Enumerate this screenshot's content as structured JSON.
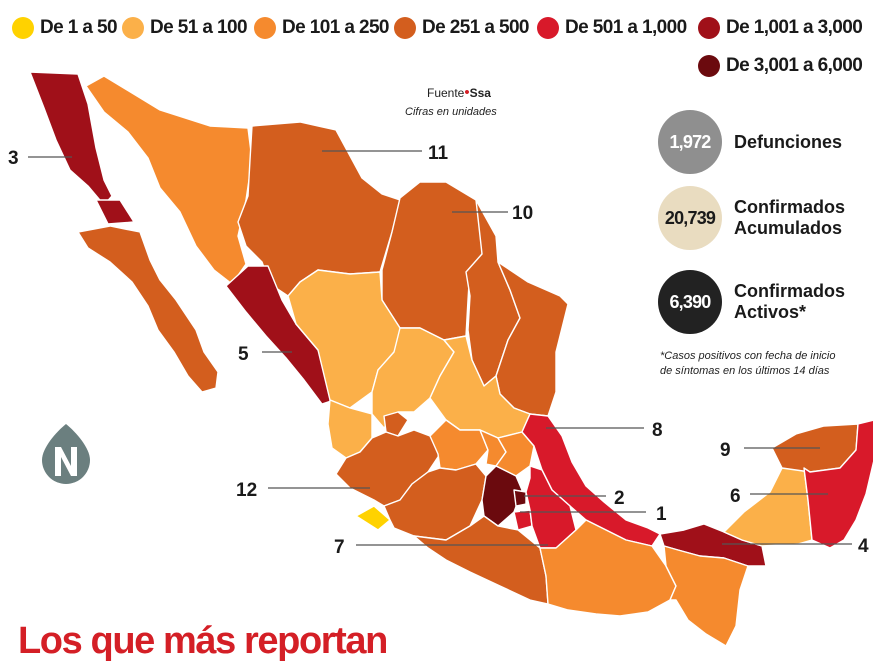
{
  "legend": [
    {
      "label": "De 1 a 50",
      "color": "#ffd200"
    },
    {
      "label": "De 51 a 100",
      "color": "#fbb049"
    },
    {
      "label": "De 101 a 250",
      "color": "#f58a2e"
    },
    {
      "label": "De 251 a 500",
      "color": "#d35e1e"
    },
    {
      "label": "De 501 a 1,000",
      "color": "#d8192a"
    },
    {
      "label": "De 1,001 a 3,000",
      "color": "#a01019"
    },
    {
      "label": "De 3,001 a 6,000",
      "color": "#6b0a0e"
    }
  ],
  "source": {
    "prefix": "Fuente",
    "name": "Ssa",
    "note": "Cifras en unidades"
  },
  "stats": [
    {
      "value": "1,972",
      "label": "Defunciones",
      "circle_color": "#8f8f8f",
      "text_color": "#ffffff"
    },
    {
      "value": "20,739",
      "label": "Confirmados Acumulados",
      "circle_color": "#e9dcc0",
      "text_color": "#1a1a1a"
    },
    {
      "value": "6,390",
      "label": "Confirmados Activos*",
      "circle_color": "#222222",
      "text_color": "#ffffff"
    }
  ],
  "footnote": "*Casos positivos con fecha de inicio de síntomas en los últimos 14 días",
  "rank_labels": [
    "3",
    "11",
    "10",
    "5",
    "8",
    "9",
    "6",
    "12",
    "2",
    "1",
    "7",
    "4"
  ],
  "headline": "Los que más reportan"
}
